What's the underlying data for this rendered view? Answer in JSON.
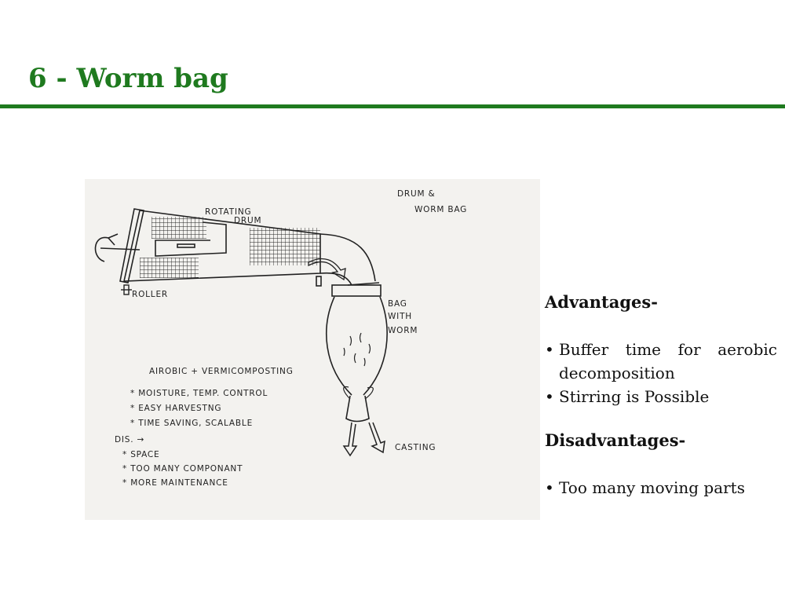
{
  "slide": {
    "title": "6 - Worm bag"
  },
  "sketch": {
    "labels": {
      "drum_and_bag": [
        "DRUM &",
        "WORM BAG"
      ],
      "rotating_drum": [
        "ROTATING",
        "DRUM"
      ],
      "roller": "ROLLER",
      "bag_with_worm": [
        "BAG",
        "WITH",
        "WORM"
      ],
      "casting": "CASTING"
    },
    "notes": {
      "heading": "AIROBIC + VERMICOMPOSTING",
      "pros": [
        "MOISTURE, TEMP. CONTROL",
        "EASY HARVESTNG",
        "TIME SAVING, SCALABLE"
      ],
      "dis_label": "DIS.",
      "cons": [
        "SPACE",
        "TOO MANY COMPONANT",
        "MORE MAINTENANCE"
      ]
    }
  },
  "panel": {
    "advantages_heading": "Advantages-",
    "advantages": [
      "Buffer time for aerobic decomposition",
      "Stirring is Possible"
    ],
    "disadvantages_heading": "Disadvantages-",
    "disadvantages": [
      "Too many moving parts"
    ]
  },
  "colors": {
    "title_green": "#1f7a1f",
    "paper": "#f3f2ef",
    "ink": "#222222"
  }
}
